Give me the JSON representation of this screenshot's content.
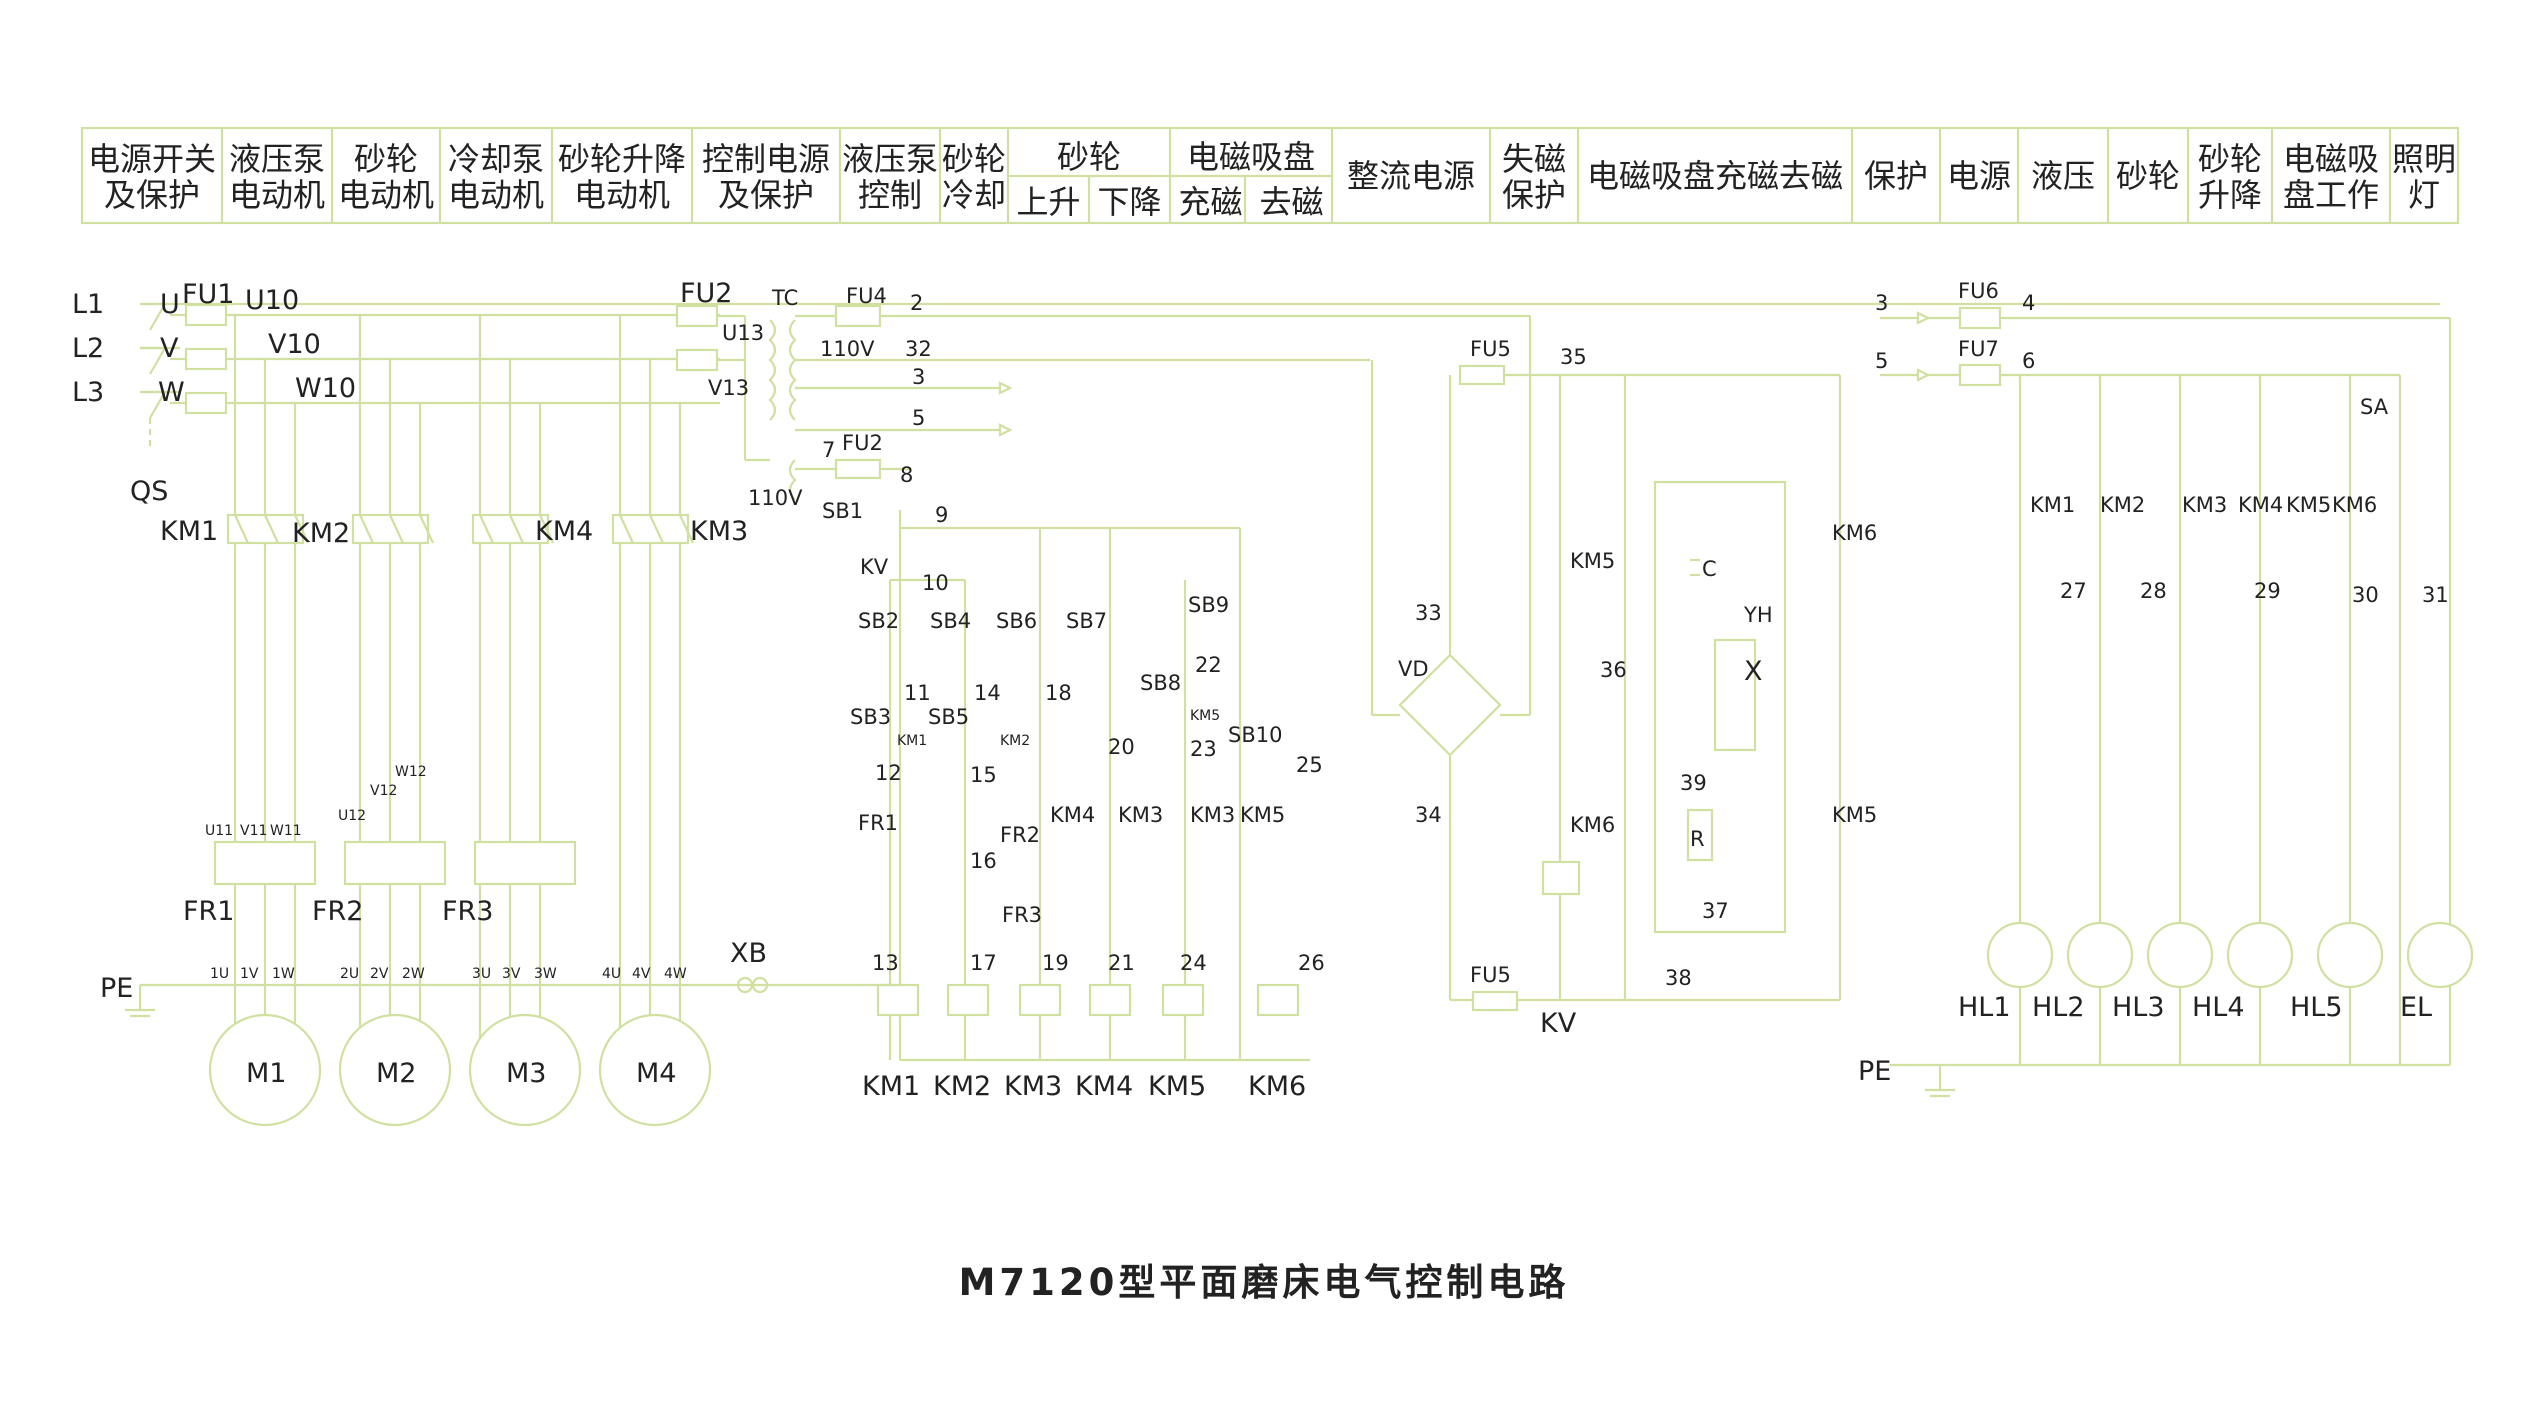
{
  "header_cells": [
    {
      "l1": "电源开关",
      "l2": "及保护"
    },
    {
      "l1": "液压泵",
      "l2": "电动机"
    },
    {
      "l1": "砂轮",
      "l2": "电动机"
    },
    {
      "l1": "冷却泵",
      "l2": "电动机"
    },
    {
      "l1": "砂轮升降",
      "l2": "电动机"
    },
    {
      "l1": "控制电源",
      "l2": "及保护"
    },
    {
      "l1": "液压泵",
      "l2": "控制"
    },
    {
      "l1": "砂轮",
      "l2": "冷却"
    },
    {
      "l1": "砂轮",
      "l2a": "上升",
      "l2b": "下降"
    },
    {
      "l1": "电磁吸盘",
      "l2a": "充磁",
      "l2b": "去磁"
    },
    {
      "l1": "整流电源"
    },
    {
      "l1": "失磁",
      "l2": "保护"
    },
    {
      "l1": "电磁吸盘充磁去磁"
    },
    {
      "l1": "保护"
    },
    {
      "l1": "电源"
    },
    {
      "l1": "液压"
    },
    {
      "l1": "砂轮"
    },
    {
      "l1": "砂轮",
      "l2": "升降"
    },
    {
      "l1": "电磁吸",
      "l2": "盘工作"
    },
    {
      "l1": "照明",
      "l2": "灯"
    }
  ],
  "labels": [
    {
      "id": "L1",
      "t": "L1"
    },
    {
      "id": "L2",
      "t": "L2"
    },
    {
      "id": "L3",
      "t": "L3"
    },
    {
      "id": "U",
      "t": "U"
    },
    {
      "id": "V",
      "t": "V"
    },
    {
      "id": "W",
      "t": "W"
    },
    {
      "id": "FU1",
      "t": "FU1"
    },
    {
      "id": "U10",
      "t": "U10"
    },
    {
      "id": "V10",
      "t": "V10"
    },
    {
      "id": "W10",
      "t": "W10"
    },
    {
      "id": "QS",
      "t": "QS"
    },
    {
      "id": "KM1a",
      "t": "KM1"
    },
    {
      "id": "KM2a",
      "t": "KM2"
    },
    {
      "id": "KM4a",
      "t": "KM4"
    },
    {
      "id": "KM3a",
      "t": "KM3"
    },
    {
      "id": "U11",
      "t": "U11"
    },
    {
      "id": "V11",
      "t": "V11"
    },
    {
      "id": "W11",
      "t": "W11"
    },
    {
      "id": "U12",
      "t": "U12"
    },
    {
      "id": "V12",
      "t": "V12"
    },
    {
      "id": "W12",
      "t": "W12"
    },
    {
      "id": "FR1",
      "t": "FR1"
    },
    {
      "id": "FR2",
      "t": "FR2"
    },
    {
      "id": "FR3",
      "t": "FR3"
    },
    {
      "id": "PE1",
      "t": "PE"
    },
    {
      "id": "1U",
      "t": "1U"
    },
    {
      "id": "1V",
      "t": "1V"
    },
    {
      "id": "1W",
      "t": "1W"
    },
    {
      "id": "2U",
      "t": "2U"
    },
    {
      "id": "2V",
      "t": "2V"
    },
    {
      "id": "2W",
      "t": "2W"
    },
    {
      "id": "3U",
      "t": "3U"
    },
    {
      "id": "3V",
      "t": "3V"
    },
    {
      "id": "3W",
      "t": "3W"
    },
    {
      "id": "4U",
      "t": "4U"
    },
    {
      "id": "4V",
      "t": "4V"
    },
    {
      "id": "4W",
      "t": "4W"
    },
    {
      "id": "M1",
      "t": "M1"
    },
    {
      "id": "M2",
      "t": "M2"
    },
    {
      "id": "M3",
      "t": "M3"
    },
    {
      "id": "M4",
      "t": "M4"
    },
    {
      "id": "FU2a",
      "t": "FU2"
    },
    {
      "id": "U13",
      "t": "U13"
    },
    {
      "id": "V13",
      "t": "V13"
    },
    {
      "id": "TC",
      "t": "TC"
    },
    {
      "id": "FU4",
      "t": "FU4"
    },
    {
      "id": "n2",
      "t": "2"
    },
    {
      "id": "v110a",
      "t": "110V"
    },
    {
      "id": "n32",
      "t": "32"
    },
    {
      "id": "n3a",
      "t": "3"
    },
    {
      "id": "n5a",
      "t": "5"
    },
    {
      "id": "n7",
      "t": "7"
    },
    {
      "id": "FU2b",
      "t": "FU2"
    },
    {
      "id": "n8",
      "t": "8"
    },
    {
      "id": "v110b",
      "t": "110V"
    },
    {
      "id": "SB1",
      "t": "SB1"
    },
    {
      "id": "n9",
      "t": "9"
    },
    {
      "id": "KV1",
      "t": "KV"
    },
    {
      "id": "n10",
      "t": "10"
    },
    {
      "id": "SB2",
      "t": "SB2"
    },
    {
      "id": "SB4",
      "t": "SB4"
    },
    {
      "id": "SB6",
      "t": "SB6"
    },
    {
      "id": "SB7",
      "t": "SB7"
    },
    {
      "id": "SB9",
      "t": "SB9"
    },
    {
      "id": "n22",
      "t": "22"
    },
    {
      "id": "SB8",
      "t": "SB8"
    },
    {
      "id": "n11",
      "t": "11"
    },
    {
      "id": "n14",
      "t": "14"
    },
    {
      "id": "n18",
      "t": "18"
    },
    {
      "id": "SB3",
      "t": "SB3"
    },
    {
      "id": "SB5",
      "t": "SB5"
    },
    {
      "id": "KM1s",
      "t": "KM1"
    },
    {
      "id": "KM2s",
      "t": "KM2"
    },
    {
      "id": "KM5s",
      "t": "KM5"
    },
    {
      "id": "SB10",
      "t": "SB10"
    },
    {
      "id": "n12",
      "t": "12"
    },
    {
      "id": "n15",
      "t": "15"
    },
    {
      "id": "n20",
      "t": "20"
    },
    {
      "id": "n23",
      "t": "23"
    },
    {
      "id": "n25",
      "t": "25"
    },
    {
      "id": "FR1b",
      "t": "FR1"
    },
    {
      "id": "FR2b",
      "t": "FR2"
    },
    {
      "id": "KM4b",
      "t": "KM4"
    },
    {
      "id": "KM3b",
      "t": "KM3"
    },
    {
      "id": "KM3c",
      "t": "KM3"
    },
    {
      "id": "KM5b",
      "t": "KM5"
    },
    {
      "id": "n16",
      "t": "16"
    },
    {
      "id": "FR3b",
      "t": "FR3"
    },
    {
      "id": "XB",
      "t": "XB"
    },
    {
      "id": "n13",
      "t": "13"
    },
    {
      "id": "n17",
      "t": "17"
    },
    {
      "id": "n19",
      "t": "19"
    },
    {
      "id": "n21",
      "t": "21"
    },
    {
      "id": "n24",
      "t": "24"
    },
    {
      "id": "n26",
      "t": "26"
    },
    {
      "id": "KM1c",
      "t": "KM1"
    },
    {
      "id": "KM2c",
      "t": "KM2"
    },
    {
      "id": "KM3d",
      "t": "KM3"
    },
    {
      "id": "KM4c",
      "t": "KM4"
    },
    {
      "id": "KM5c",
      "t": "KM5"
    },
    {
      "id": "KM6c",
      "t": "KM6"
    },
    {
      "id": "FU5a",
      "t": "FU5"
    },
    {
      "id": "n35",
      "t": "35"
    },
    {
      "id": "n33",
      "t": "33"
    },
    {
      "id": "VD",
      "t": "VD"
    },
    {
      "id": "n34",
      "t": "34"
    },
    {
      "id": "FU5b",
      "t": "FU5"
    },
    {
      "id": "n38",
      "t": "38"
    },
    {
      "id": "KV2",
      "t": "KV"
    },
    {
      "id": "KM5d",
      "t": "KM5"
    },
    {
      "id": "n36",
      "t": "36"
    },
    {
      "id": "KM6d",
      "t": "KM6"
    },
    {
      "id": "C",
      "t": "C"
    },
    {
      "id": "YH",
      "t": "YH"
    },
    {
      "id": "X",
      "t": "X"
    },
    {
      "id": "n39",
      "t": "39"
    },
    {
      "id": "R",
      "t": "R"
    },
    {
      "id": "n37",
      "t": "37"
    },
    {
      "id": "KM6e",
      "t": "KM6"
    },
    {
      "id": "KM5e",
      "t": "KM5"
    },
    {
      "id": "n3b",
      "t": "3"
    },
    {
      "id": "FU6",
      "t": "FU6"
    },
    {
      "id": "n4",
      "t": "4"
    },
    {
      "id": "n5b",
      "t": "5"
    },
    {
      "id": "FU7",
      "t": "FU7"
    },
    {
      "id": "n6",
      "t": "6"
    },
    {
      "id": "SA",
      "t": "SA"
    },
    {
      "id": "KM1f",
      "t": "KM1"
    },
    {
      "id": "KM2f",
      "t": "KM2"
    },
    {
      "id": "KM3f",
      "t": "KM3"
    },
    {
      "id": "KM4f",
      "t": "KM4"
    },
    {
      "id": "KM5f",
      "t": "KM5"
    },
    {
      "id": "KM6f",
      "t": "KM6"
    },
    {
      "id": "n27",
      "t": "27"
    },
    {
      "id": "n28",
      "t": "28"
    },
    {
      "id": "n29",
      "t": "29"
    },
    {
      "id": "n30",
      "t": "30"
    },
    {
      "id": "n31",
      "t": "31"
    },
    {
      "id": "HL1",
      "t": "HL1"
    },
    {
      "id": "HL2",
      "t": "HL2"
    },
    {
      "id": "HL3",
      "t": "HL3"
    },
    {
      "id": "HL4",
      "t": "HL4"
    },
    {
      "id": "HL5",
      "t": "HL5"
    },
    {
      "id": "EL",
      "t": "EL"
    },
    {
      "id": "PE2",
      "t": "PE"
    }
  ],
  "title": "M7120型平面磨床电气控制电路",
  "colors": {
    "wire": "#cfe0a0",
    "text": "#222222",
    "background": "#ffffff"
  }
}
